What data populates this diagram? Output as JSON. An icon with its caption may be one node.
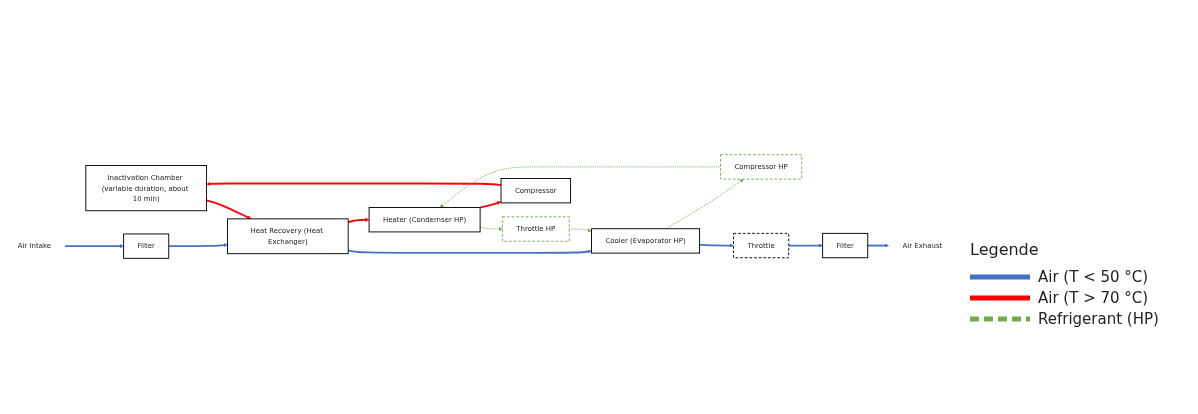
{
  "diagram": {
    "nodes": [
      {
        "text": [
          "Inactivation Chamber (variable duration, about 10 min)"
        ]
      },
      {
        "text": [
          "Throttle HP"
        ]
      },
      {
        "text": [
          "Air Intake"
        ]
      },
      {
        "text": [
          "Filter"
        ]
      },
      {
        "text": [
          "Heat Recovery (Heat Exchanger)"
        ]
      },
      {
        "text": [
          "Heater (Condernser HP)"
        ]
      },
      {
        "text": [
          "Compressor"
        ]
      },
      {
        "text": [
          "Cooler (Evaporator HP)"
        ]
      },
      {
        "text": [
          "Compressor HP"
        ]
      },
      {
        "text": [
          "Air Exhaust"
        ]
      },
      {
        "text": [
          "Filter"
        ]
      },
      {
        "text": [
          "Throttle"
        ]
      }
    ],
    "edges": [
      {
        "from": 2,
        "to": 3,
        "arrow": "to"
      },
      {
        "from": 3,
        "to": 4,
        "arrow": "to"
      },
      {
        "from": 4,
        "to": 5,
        "arrow": "to",
        "color": "#ff0000"
      },
      {
        "from": 5,
        "to": 6,
        "arrow": "to",
        "color": "#ff0000"
      },
      {
        "from": 6,
        "to": 0,
        "arrow": "to",
        "color": "#ff0000"
      },
      {
        "from": 0,
        "to": 4,
        "arrow": "to",
        "color": "#ff0000"
      },
      {
        "from": 4,
        "to": 7,
        "arrow": "to"
      },
      {
        "from": 7,
        "to": 11,
        "arrow": "to"
      },
      {
        "from": 11,
        "to": 10,
        "arrow": "to"
      },
      {
        "from": 10,
        "to": 9,
        "arrow": "to"
      },
      {
        "from": 5,
        "to": 1,
        "arrow": "to",
        "style": "dashed",
        "color": "#70ad47"
      },
      {
        "from": 1,
        "to": 7,
        "arrow": "to",
        "style": "dashed",
        "color": "#70ad47"
      },
      {
        "from": 7,
        "to": 8,
        "arrow": "to",
        "style": "dashed",
        "color": "#70ad47"
      },
      {
        "from": 8,
        "to": 5,
        "arrow": "to",
        "style": "dashed",
        "color": "#70ad47"
      }
    ],
    "labels": [
      "Legende"
    ],
    "legend": [
      {
        "text": "Air (T < 50 °C)",
        "color": "#4472c4"
      },
      {
        "text": "Air (T > 70 °C)",
        "color": "#ff0000"
      },
      {
        "text": "Refrigerant (HP)",
        "color": "#70ad47"
      }
    ]
  }
}
